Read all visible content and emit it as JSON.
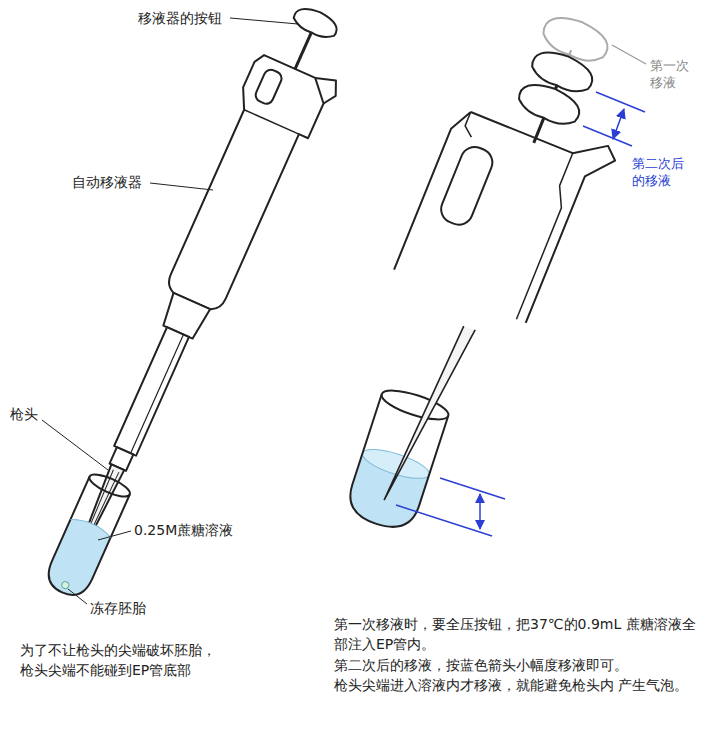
{
  "diagram": {
    "labels": [
      "移液器的按钮",
      "自动移液器",
      "枪头",
      "0.25M蔗糖溶液",
      "冻存胚胎",
      "为了不让枪头的尖端破坏胚胎， 枪头尖端不能碰到EP管底部",
      "第一次 移液",
      "第二次后 的移液",
      "第一次移液时，要全压按钮，把37℃的0.9mL 蔗糖溶液全部注入EP管内。",
      "第二次后的移液，按蓝色箭头小幅度移液即可。",
      "枪头尖端进入溶液内才移液，就能避免枪头内 产生气泡。"
    ]
  }
}
